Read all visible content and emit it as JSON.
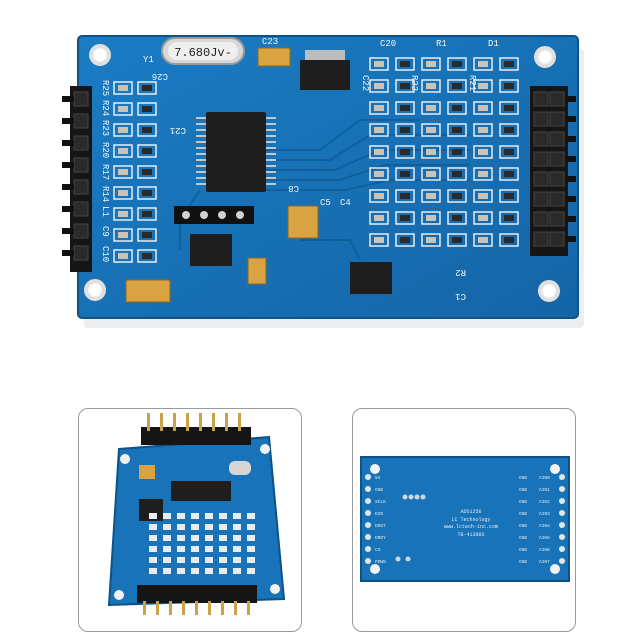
{
  "product": {
    "crystal_label": "7.680Jv-",
    "labels": {
      "y1": "Y1",
      "c23": "C23",
      "c20": "C20",
      "r1": "R1",
      "d1": "D1",
      "c26": "C26",
      "c21": "C21",
      "c8": "C8",
      "c5": "C5",
      "c4": "C4",
      "c22": "C22",
      "r22": "R22",
      "r21": "R21",
      "r2": "R2",
      "c1": "C1",
      "l1": "L1",
      "c9": "C9",
      "c10": "C10",
      "r25": "R25",
      "r24": "R24",
      "r23": "R23",
      "r20": "R20",
      "r17": "R17",
      "r14": "R14"
    },
    "back_board": {
      "chip_name": "ADS1256",
      "maker": "LC Technology",
      "url": "www.lctech-inc.com",
      "code": "TB-41388S",
      "left_pins": [
        "5V",
        "GND",
        "SCLK",
        "DIN",
        "DOUT",
        "DRDY",
        "CS",
        "PDWN"
      ],
      "right_pins": [
        "AIN0",
        "AIN1",
        "AIN2",
        "AIN3",
        "AIN4",
        "AIN5",
        "AIN6",
        "AIN7"
      ],
      "gnd_label": "GND"
    }
  },
  "colors": {
    "pcb": "#1873b8",
    "pcb_dark": "#0f5c97",
    "silk": "#f4f6f8",
    "header": "#1b1b1b",
    "pin": "#c9a24a"
  },
  "icons": [
    "product-photo",
    "thumbnail-photo"
  ]
}
